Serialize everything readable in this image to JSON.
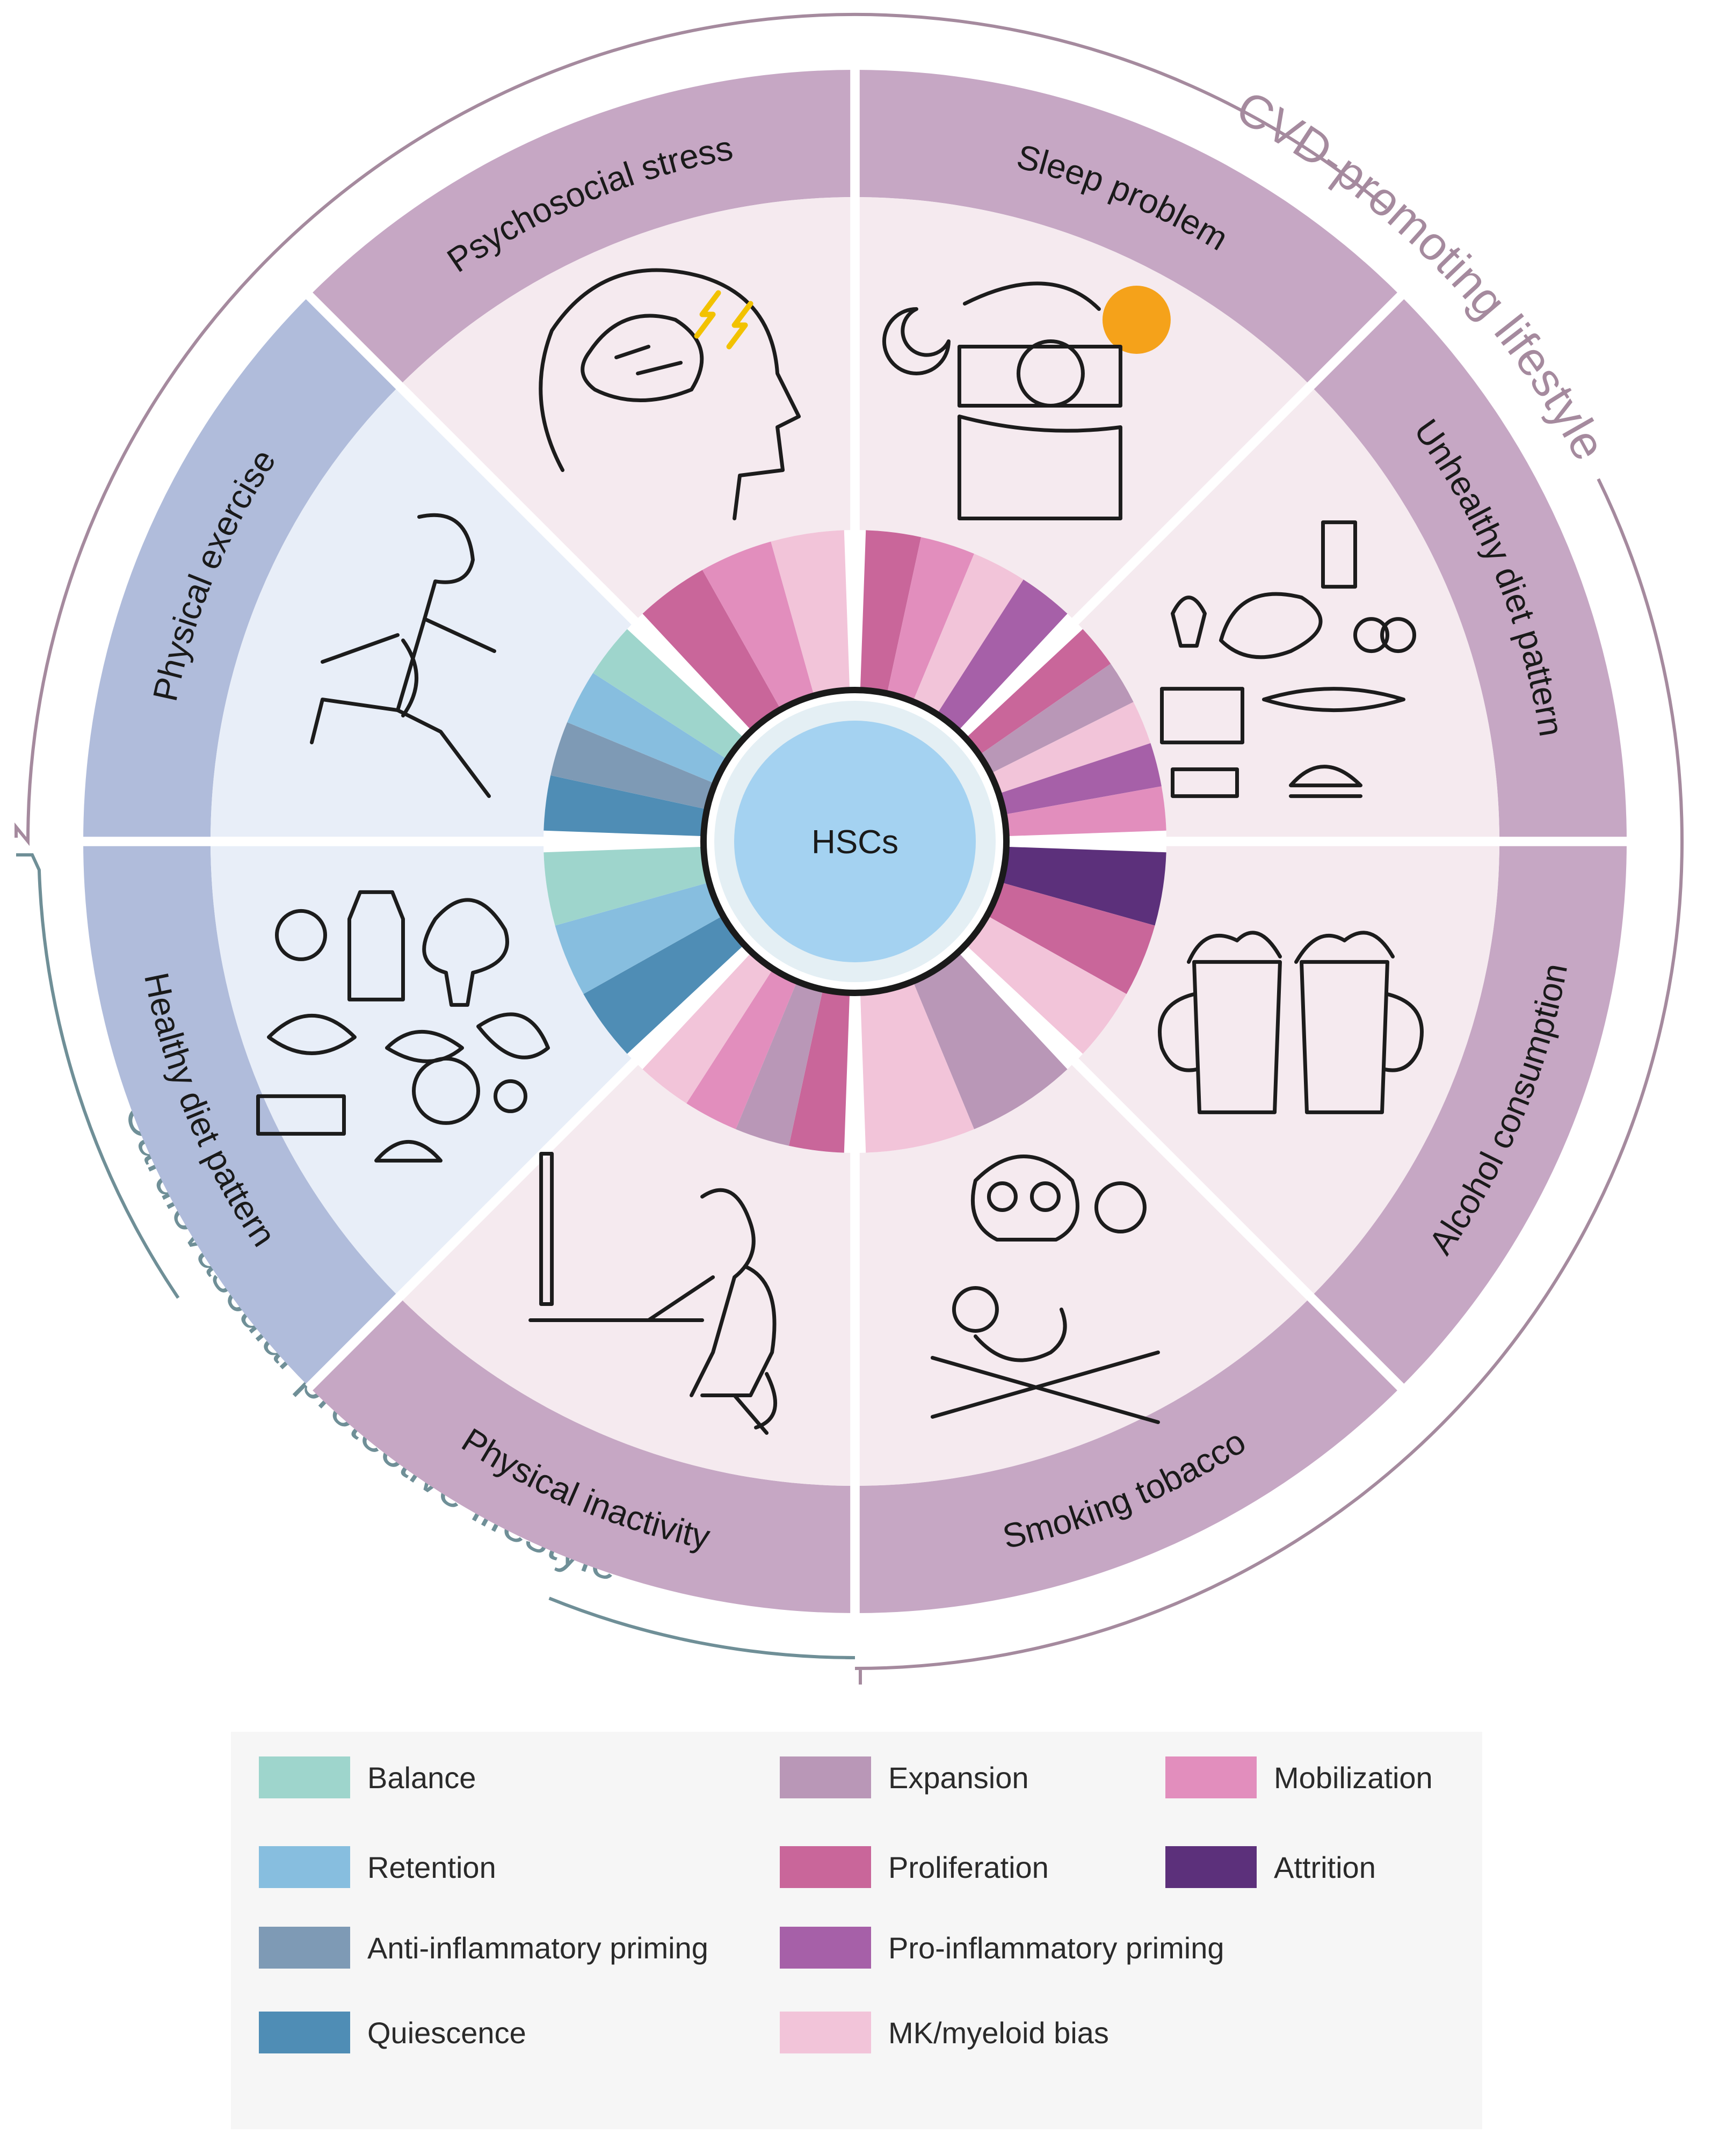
{
  "center": {
    "label": "HSCs"
  },
  "groups": [
    {
      "id": "promoting",
      "label": "CVD-promoting lifestyle",
      "color": "#a58a9e"
    },
    {
      "id": "protective",
      "label": "Cardiovascular protective lifestyle",
      "color": "#6f8f97"
    }
  ],
  "colors": {
    "promoting_band": "#c6a7c4",
    "promoting_panel": "#f5eaef",
    "protective_band": "#b0bcdb",
    "protective_panel": "#e8eef8",
    "hsc_core": "#a4d2f1",
    "hsc_ring": "#e4eff4"
  },
  "sectors": [
    {
      "id": "sleep",
      "label": "Sleep problem",
      "group": "promoting",
      "icon": "sleeping-person-icon",
      "effects": [
        "proliferation",
        "mobilization",
        "mk_myeloid_bias",
        "pro_inflammatory"
      ]
    },
    {
      "id": "diet_unhealthy",
      "label": "Unhealthy diet pattern",
      "group": "promoting",
      "icon": "junk-food-icon",
      "effects": [
        "proliferation",
        "expansion",
        "mk_myeloid_bias",
        "pro_inflammatory",
        "mobilization"
      ]
    },
    {
      "id": "alcohol",
      "label": "Alcohol consumption",
      "group": "promoting",
      "icon": "beer-mugs-icon",
      "effects": [
        "attrition",
        "proliferation",
        "mk_myeloid_bias"
      ]
    },
    {
      "id": "smoking",
      "label": "Smoking tobacco",
      "group": "promoting",
      "icon": "skull-smoke-icon",
      "effects": [
        "expansion",
        "mk_myeloid_bias"
      ]
    },
    {
      "id": "inactivity",
      "label": "Physical inactivity",
      "group": "promoting",
      "icon": "desk-worker-icon",
      "effects": [
        "proliferation",
        "expansion",
        "mobilization",
        "mk_myeloid_bias"
      ]
    },
    {
      "id": "diet_healthy",
      "label": "Healthy diet pattern",
      "group": "protective",
      "icon": "healthy-food-icon",
      "effects": [
        "quiescence",
        "retention",
        "balance"
      ]
    },
    {
      "id": "exercise",
      "label": "Physical exercise",
      "group": "protective",
      "icon": "runner-icon",
      "effects": [
        "quiescence",
        "anti_inflammatory",
        "retention",
        "balance"
      ]
    },
    {
      "id": "stress",
      "label": "Psychosocial stress",
      "group": "promoting",
      "icon": "stressed-brain-icon",
      "effects": [
        "proliferation",
        "mobilization",
        "mk_myeloid_bias"
      ]
    }
  ],
  "legend": [
    {
      "key": "balance",
      "label": "Balance",
      "color": "#9ed5cc"
    },
    {
      "key": "retention",
      "label": "Retention",
      "color": "#87bedf"
    },
    {
      "key": "anti_inflammatory",
      "label": "Anti-inflammatory priming",
      "color": "#7e9ab5"
    },
    {
      "key": "quiescence",
      "label": "Quiescence",
      "color": "#4f8db5"
    },
    {
      "key": "expansion",
      "label": "Expansion",
      "color": "#b997b7"
    },
    {
      "key": "proliferation",
      "label": "Proliferation",
      "color": "#c9669a"
    },
    {
      "key": "pro_inflammatory",
      "label": "Pro-inflammatory priming",
      "color": "#a660a8"
    },
    {
      "key": "mk_myeloid_bias",
      "label": "MK/myeloid bias",
      "color": "#f2c4d9"
    },
    {
      "key": "mobilization",
      "label": "Mobilization",
      "color": "#e28ebd"
    },
    {
      "key": "attrition",
      "label": "Attrition",
      "color": "#5c307b"
    }
  ],
  "legend_layout": [
    [
      "balance",
      "retention",
      "anti_inflammatory",
      "quiescence"
    ],
    [
      "expansion",
      "proliferation",
      "pro_inflammatory",
      "mk_myeloid_bias"
    ],
    [
      "mobilization",
      "attrition"
    ]
  ]
}
